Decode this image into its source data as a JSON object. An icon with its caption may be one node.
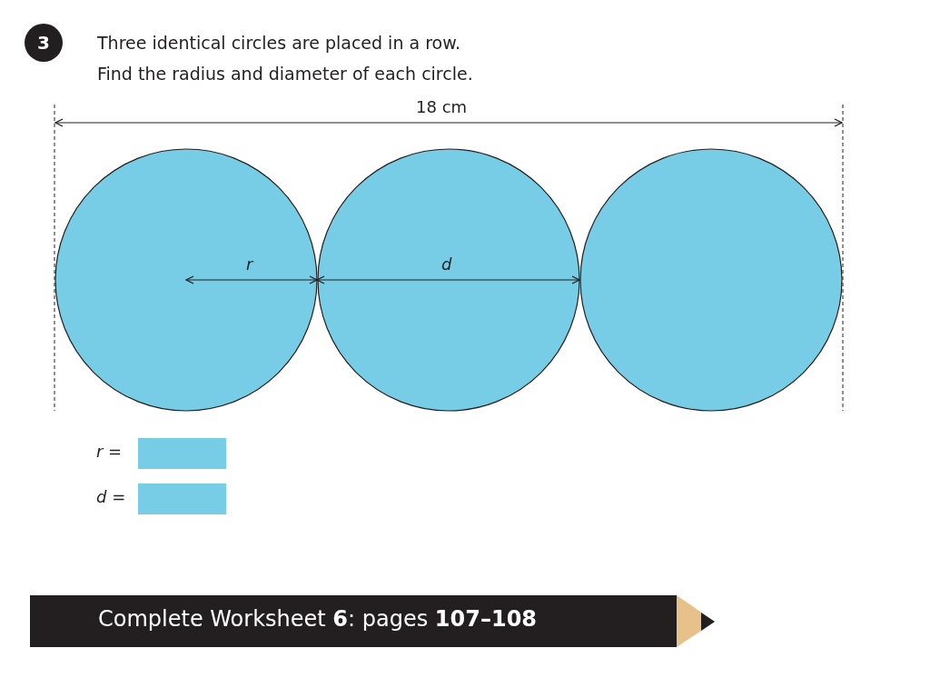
{
  "diagram": {
    "labels": [
      "3",
      "Three identical circles are placed in a row. Find the radius and diameter of each circle.",
      "18 cm",
      "r",
      "d",
      "r =",
      "d =",
      "Complete Worksheet **6**: pages **107–108**"
    ]
  }
}
